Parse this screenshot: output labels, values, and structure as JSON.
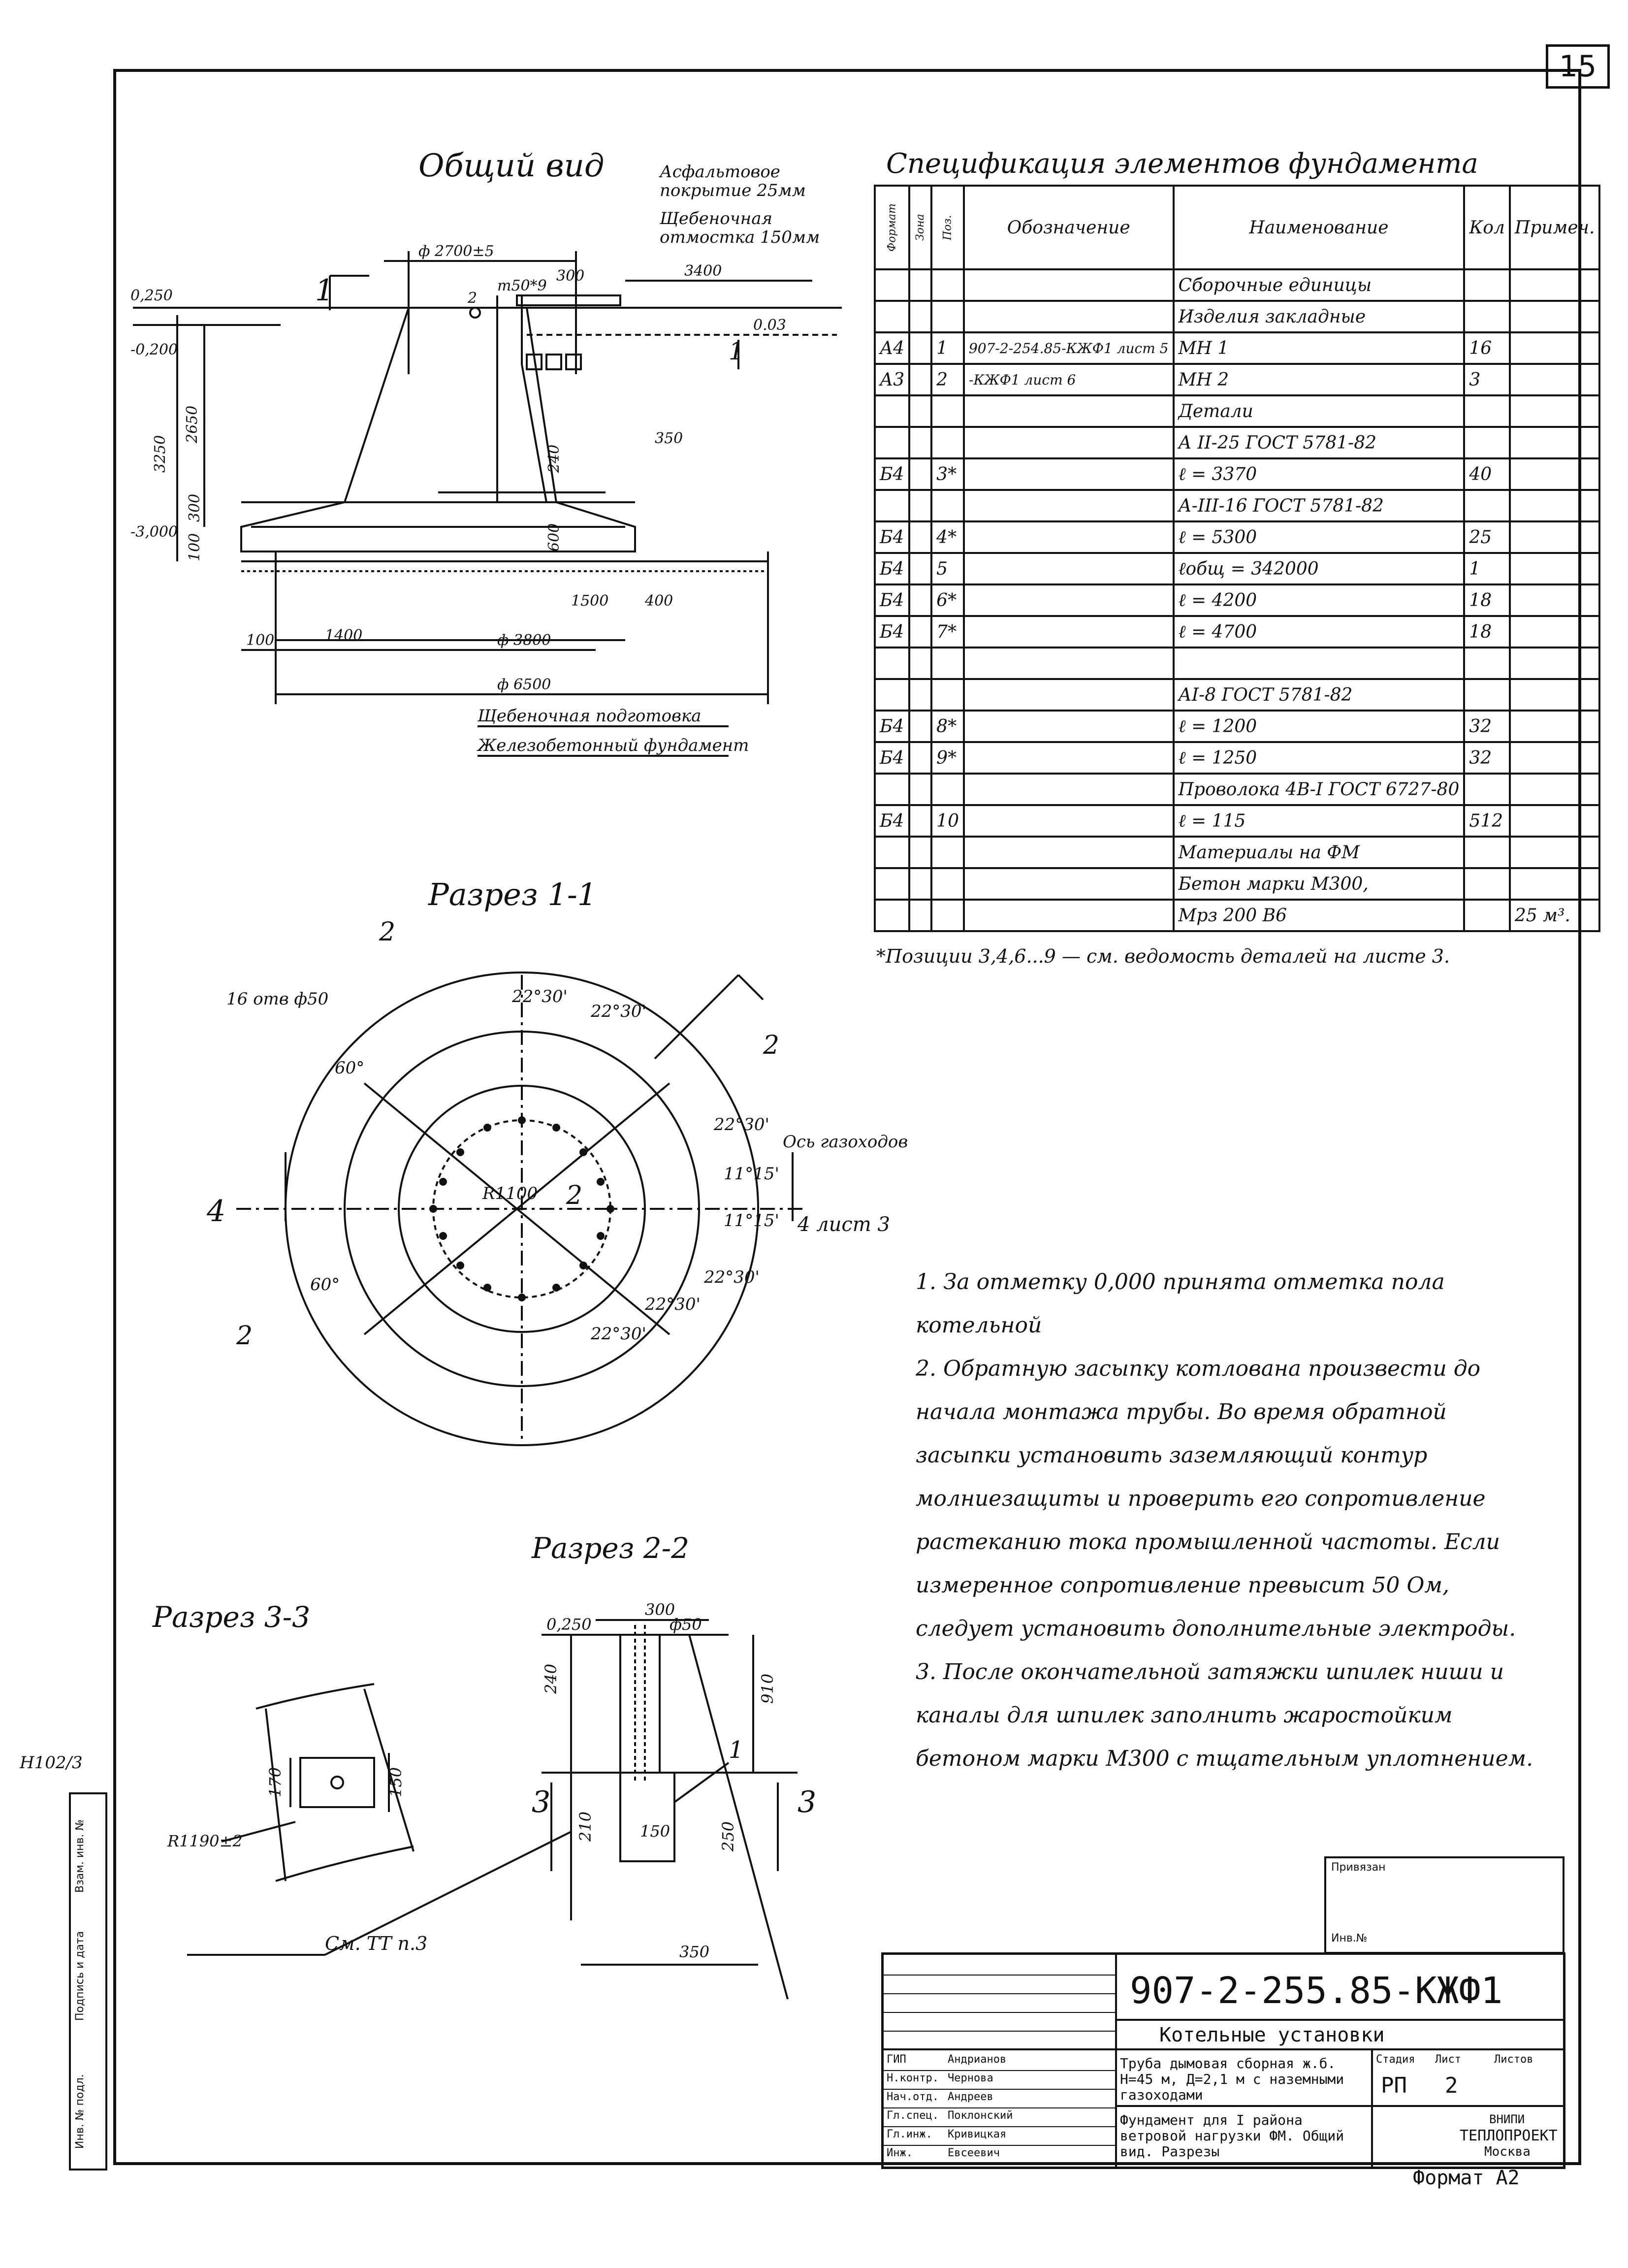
{
  "sheet_number": "15",
  "general_view": {
    "title": "Общий вид",
    "asphalt": "Асфальтовое покрытие 25мм",
    "gravel_apron": "Щебеночная отмостка 150мм",
    "dims": [
      "ф 2700±5",
      "m50*9",
      "300",
      "3400",
      "0.03",
      "0,250",
      "-0,200",
      "-3,000",
      "3250",
      "2650",
      "300",
      "100",
      "240",
      "350",
      "600",
      "1500",
      "400",
      "100",
      "1400",
      "ф 3800",
      "ф 6500",
      "2",
      "1",
      "1"
    ],
    "legend1": "Щебеночная подготовка",
    "legend2": "Железобетонный фундамент"
  },
  "spec": {
    "title": "Спецификация элементов фундамента",
    "headers": [
      "Формат",
      "Зона",
      "Поз.",
      "Обозначение",
      "Наименование",
      "Кол",
      "Примеч."
    ],
    "rows": [
      [
        "",
        "",
        "",
        "",
        "Сборочные единицы",
        "",
        ""
      ],
      [
        "",
        "",
        "",
        "",
        "Изделия закладные",
        "",
        ""
      ],
      [
        "А4",
        "",
        "1",
        "907-2-254.85-КЖФ1 лист 5",
        "МН 1",
        "16",
        ""
      ],
      [
        "А3",
        "",
        "2",
        "-КЖФ1 лист 6",
        "МН 2",
        "3",
        ""
      ],
      [
        "",
        "",
        "",
        "",
        "Детали",
        "",
        ""
      ],
      [
        "",
        "",
        "",
        "",
        "А II-25 ГОСТ 5781-82",
        "",
        ""
      ],
      [
        "Б4",
        "",
        "3*",
        "",
        "ℓ = 3370",
        "40",
        ""
      ],
      [
        "",
        "",
        "",
        "",
        "А-III-16 ГОСТ 5781-82",
        "",
        ""
      ],
      [
        "Б4",
        "",
        "4*",
        "",
        "ℓ = 5300",
        "25",
        ""
      ],
      [
        "Б4",
        "",
        "5",
        "",
        "ℓобщ = 342000",
        "1",
        ""
      ],
      [
        "Б4",
        "",
        "6*",
        "",
        "ℓ = 4200",
        "18",
        ""
      ],
      [
        "Б4",
        "",
        "7*",
        "",
        "ℓ = 4700",
        "18",
        ""
      ],
      [
        "",
        "",
        "",
        "",
        "",
        "",
        ""
      ],
      [
        "",
        "",
        "",
        "",
        "АI-8 ГОСТ 5781-82",
        "",
        ""
      ],
      [
        "Б4",
        "",
        "8*",
        "",
        "ℓ = 1200",
        "32",
        ""
      ],
      [
        "Б4",
        "",
        "9*",
        "",
        "ℓ = 1250",
        "32",
        ""
      ],
      [
        "",
        "",
        "",
        "",
        "Проволока 4В-I ГОСТ 6727-80",
        "",
        ""
      ],
      [
        "Б4",
        "",
        "10",
        "",
        "ℓ = 115",
        "512",
        ""
      ],
      [
        "",
        "",
        "",
        "",
        "Материалы на ФМ",
        "",
        ""
      ],
      [
        "",
        "",
        "",
        "",
        "Бетон марки М300,",
        "",
        ""
      ],
      [
        "",
        "",
        "",
        "",
        "Мрз 200 В6",
        "",
        "25 м³."
      ]
    ],
    "footnote": "*Позиции 3,4,6...9 — см. ведомость деталей на листе 3."
  },
  "section11": {
    "title": "Разрез 1-1",
    "labels": [
      "2",
      "16 отв ф50",
      "22°30'",
      "22°30'",
      "60°",
      "R1100",
      "2",
      "22°30'",
      "11°15'",
      "Ось газоходов",
      "4",
      "4 лист 3",
      "11°15'",
      "60°",
      "2",
      "22°30'",
      "22°30'",
      "22°30'",
      "2"
    ]
  },
  "notes": [
    "1. За отметку 0,000 принята отметка пола котельной",
    "2. Обратную засыпку котлована произвести до начала монтажа трубы. Во время обратной засыпки установить заземляющий контур молниезащиты и проверить его сопротивление растеканию тока промышленной частоты. Если измеренное сопротивление превысит 50 Ом, следует установить дополнительные электроды.",
    "3. После окончательной затяжки шпилек ниши и каналы для шпилек заполнить жаростойким бетоном марки М300 с тщательным уплотнением."
  ],
  "section22": {
    "title": "Разрез 2-2",
    "labels": [
      "0,250",
      "300",
      "ф50",
      "240",
      "910",
      "1",
      "3",
      "3",
      "210",
      "150",
      "250",
      "350"
    ]
  },
  "section33": {
    "title": "Разрез 3-3",
    "labels": [
      "170",
      "150",
      "R1190±2"
    ],
    "ref": "См. ТТ п.3"
  },
  "side_stamp": {
    "inv": "Н102/3",
    "cols": [
      "Инв. № подл.",
      "Подпись и дата",
      "Взам. инв. №"
    ]
  },
  "title_block": {
    "agreed": "Привязан",
    "inv_no": "Инв.№",
    "code": "907-2-255.85-КЖФ1",
    "group": "Котельные установки",
    "roles": [
      "ГИП",
      "Н.контр.",
      "Нач.отд.",
      "Гл.спец.",
      "Гл.инж.",
      "Инж."
    ],
    "names": [
      "Андрианов",
      "Чернова",
      "Андреев",
      "Поклонский",
      "Кривицкая",
      "Евсеевич"
    ],
    "desc1": "Труба дымовая сборная ж.б. Н=45 м, Д=2,1 м с наземными газоходами",
    "desc2": "Фундамент для I района ветровой нагрузки ФМ. Общий вид. Разрезы",
    "stage_lbl": "Стадия",
    "sheet_lbl": "Лист",
    "sheets_lbl": "Листов",
    "stage": "РП",
    "sheet": "2",
    "org1": "ВНИПИ",
    "org2": "ТЕПЛОПРОЕКТ",
    "org3": "Москва",
    "format": "Формат А2"
  }
}
